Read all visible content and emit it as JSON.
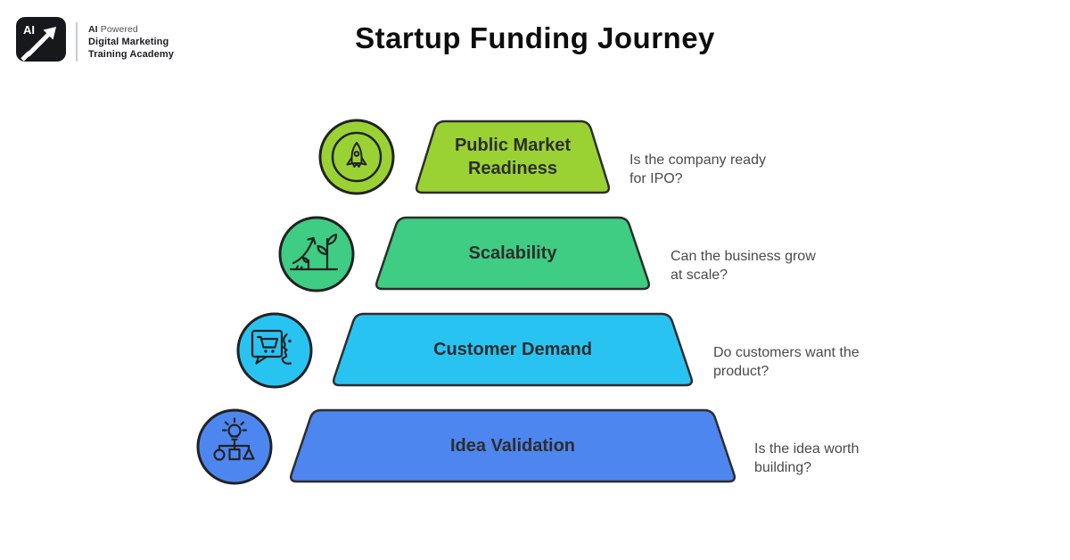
{
  "title": "Startup Funding Journey",
  "logo": {
    "badge_text": "AI",
    "tagline_bold": "AI",
    "tagline_rest": " Powered",
    "line2": "Digital Marketing",
    "line3": "Training Academy"
  },
  "colors": {
    "outline": "#2d2d2d",
    "icon_stroke": "#222222",
    "label_text": "#2d2d2d",
    "annotation_text": "#4a4a4a",
    "level1": "#9AD234",
    "level2": "#3ECD83",
    "level3": "#29C3F2",
    "level4": "#4D86EF"
  },
  "levels": [
    {
      "label": "Public Market\nReadiness",
      "question": "Is the company ready\nfor IPO?",
      "color": "#9AD234",
      "icon": "rocket-icon"
    },
    {
      "label": "Scalability",
      "question": "Can the business grow\nat scale?",
      "color": "#3ECD83",
      "icon": "plant-growth-icon"
    },
    {
      "label": "Customer Demand",
      "question": "Do customers want the\nproduct?",
      "color": "#29C3F2",
      "icon": "customer-chat-icon"
    },
    {
      "label": "Idea Validation",
      "question": "Is the idea worth\nbuilding?",
      "color": "#4D86EF",
      "icon": "idea-evaluation-icon"
    }
  ]
}
